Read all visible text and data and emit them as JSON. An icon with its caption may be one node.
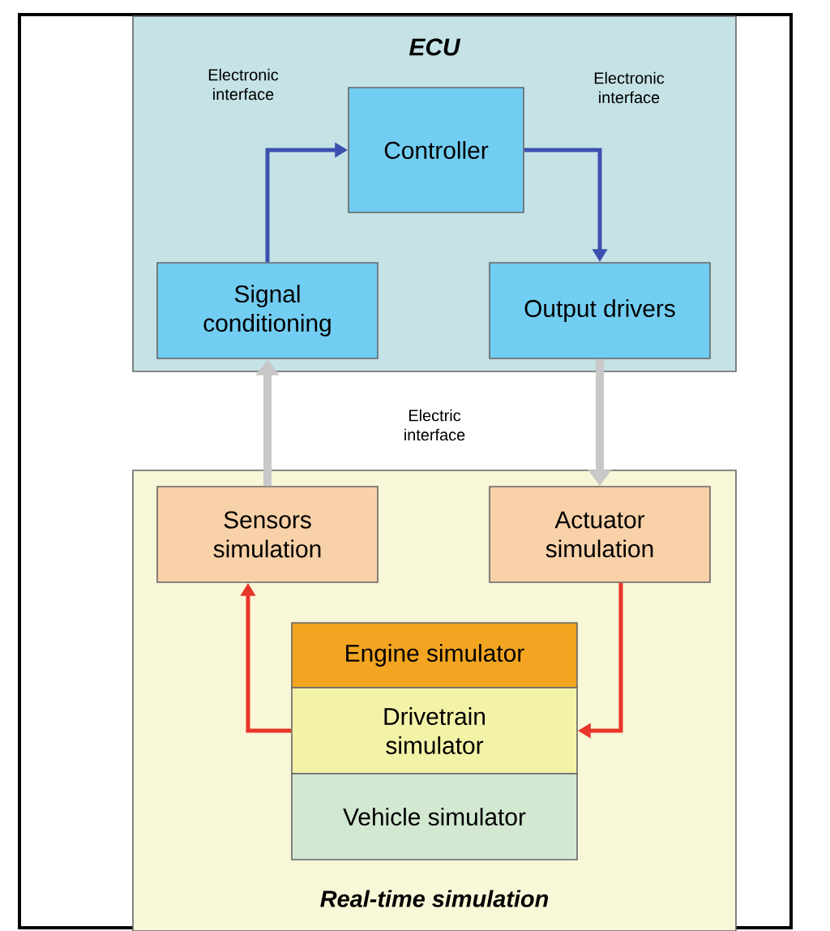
{
  "diagram": {
    "nodes": [
      {
        "text": [
          "ECU"
        ]
      },
      {
        "text": [
          "Controller"
        ],
        "in": 0
      },
      {
        "text": [
          "Signal conditioning"
        ],
        "in": 0
      },
      {
        "text": [
          "Output drivers"
        ],
        "in": 0
      },
      {
        "text": [
          "Real-time simulation"
        ]
      },
      {
        "text": [
          "Sensors simulation"
        ],
        "in": 4
      },
      {
        "text": [
          "Actuator simulation"
        ],
        "in": 4
      },
      {
        "text": [
          "Engine simulator"
        ],
        "in": 4
      },
      {
        "text": [
          "Drivetrain simulator"
        ],
        "in": 4
      },
      {
        "text": [
          "Vehicle simulator"
        ],
        "in": 4
      }
    ],
    "edges": [
      {
        "from": 2,
        "to": 1,
        "arrow": "to",
        "color": "#3f4fb0"
      },
      {
        "from": 1,
        "to": 3,
        "arrow": "to",
        "color": "#3f4fb0"
      },
      {
        "from": 5,
        "to": 2,
        "arrow": "to",
        "style": "thick",
        "color": "#c8c8c8"
      },
      {
        "from": 3,
        "to": 6,
        "arrow": "to",
        "style": "thick",
        "color": "#c8c8c8"
      },
      {
        "from": 8,
        "to": 5,
        "arrow": "to",
        "color": "#e8352a"
      },
      {
        "from": 6,
        "to": 8,
        "arrow": "to",
        "color": "#e8352a"
      }
    ],
    "labels": [
      "Electronic interface",
      "Electronic interface",
      "Electric interface"
    ]
  }
}
